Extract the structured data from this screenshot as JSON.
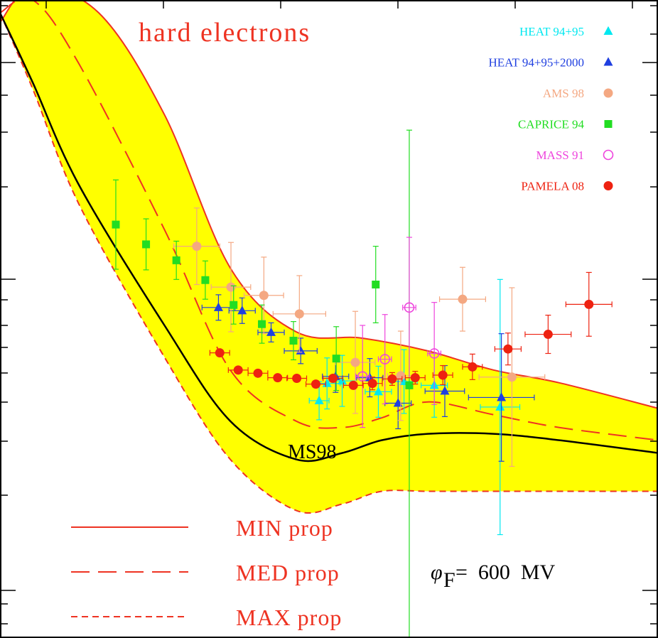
{
  "chart_data": {
    "type": "line",
    "title": "hard electrons",
    "annotation_curve_label": "MS98",
    "annotation_phi_symbol": "φ",
    "annotation_phi_sub": "F",
    "annotation_phi_value": "=  600  MV",
    "colors": {
      "band_fill": "#ffff00",
      "band_edge": "#ee3322",
      "ms98": "#000000",
      "heat9495": "#00e8f0",
      "heat2000": "#1f3fe0",
      "ams98": "#f4a882",
      "caprice94": "#22dd22",
      "mass91": "#ee44dd",
      "pamela08": "#ee2211"
    },
    "curves": {
      "min_upper": [
        [
          0,
          0.965
        ],
        [
          0.05,
          1.02
        ],
        [
          0.15,
          0.98
        ],
        [
          0.25,
          0.82
        ],
        [
          0.35,
          0.58
        ],
        [
          0.45,
          0.48
        ],
        [
          0.55,
          0.47
        ],
        [
          0.65,
          0.45
        ],
        [
          0.75,
          0.42
        ],
        [
          0.85,
          0.4
        ],
        [
          1.0,
          0.36
        ]
      ],
      "med_upper": [
        [
          0,
          0.98
        ],
        [
          0.05,
          1.0
        ],
        [
          0.12,
          0.9
        ],
        [
          0.25,
          0.64
        ],
        [
          0.35,
          0.42
        ],
        [
          0.45,
          0.34
        ],
        [
          0.52,
          0.33
        ],
        [
          0.58,
          0.345
        ],
        [
          0.65,
          0.37
        ],
        [
          0.75,
          0.35
        ],
        [
          0.85,
          0.33
        ],
        [
          1.0,
          0.31
        ]
      ],
      "max_lower": [
        [
          0,
          0.98
        ],
        [
          0.05,
          0.86
        ],
        [
          0.12,
          0.68
        ],
        [
          0.25,
          0.44
        ],
        [
          0.35,
          0.28
        ],
        [
          0.45,
          0.2
        ],
        [
          0.52,
          0.21
        ],
        [
          0.58,
          0.23
        ],
        [
          0.65,
          0.23
        ],
        [
          0.75,
          0.23
        ],
        [
          0.85,
          0.23
        ],
        [
          1.0,
          0.23
        ]
      ],
      "ms98": [
        [
          0,
          0.98
        ],
        [
          0.05,
          0.87
        ],
        [
          0.12,
          0.71
        ],
        [
          0.25,
          0.49
        ],
        [
          0.35,
          0.34
        ],
        [
          0.45,
          0.28
        ],
        [
          0.52,
          0.29
        ],
        [
          0.58,
          0.31
        ],
        [
          0.65,
          0.32
        ],
        [
          0.75,
          0.32
        ],
        [
          0.85,
          0.31
        ],
        [
          1.0,
          0.29
        ]
      ]
    },
    "series": [
      {
        "name": "HEAT 94+95",
        "marker": "triangle",
        "color": "#00e8f0",
        "points": [
          {
            "x": 0.485,
            "y": 0.372,
            "xe": 0.015,
            "ye": 0.03
          },
          {
            "x": 0.497,
            "y": 0.399,
            "xe": 0.02,
            "ye": 0.04
          },
          {
            "x": 0.52,
            "y": 0.403,
            "xe": 0.02,
            "ye": 0.04
          },
          {
            "x": 0.575,
            "y": 0.386,
            "xe": 0.02,
            "ye": 0.04
          },
          {
            "x": 0.614,
            "y": 0.402,
            "xe": 0.02,
            "ye": 0.05
          },
          {
            "x": 0.66,
            "y": 0.396,
            "xe": 0.02,
            "ye": 0.05
          },
          {
            "x": 0.76,
            "y": 0.362,
            "xe": 0.03,
            "ye": 0.2
          }
        ]
      },
      {
        "name": "HEAT 94+95+2000",
        "marker": "triangle",
        "color": "#1f3fe0",
        "points": [
          {
            "x": 0.332,
            "y": 0.518,
            "xe": 0.025,
            "ye": 0.02
          },
          {
            "x": 0.368,
            "y": 0.513,
            "xe": 0.02,
            "ye": 0.02
          },
          {
            "x": 0.412,
            "y": 0.479,
            "xe": 0.02,
            "ye": 0.015
          },
          {
            "x": 0.457,
            "y": 0.45,
            "xe": 0.025,
            "ye": 0.02
          },
          {
            "x": 0.51,
            "y": 0.41,
            "xe": 0.02,
            "ye": 0.025
          },
          {
            "x": 0.562,
            "y": 0.408,
            "xe": 0.02,
            "ye": 0.03
          },
          {
            "x": 0.605,
            "y": 0.368,
            "xe": 0.02,
            "ye": 0.04
          },
          {
            "x": 0.676,
            "y": 0.387,
            "xe": 0.03,
            "ye": 0.04
          },
          {
            "x": 0.762,
            "y": 0.377,
            "xe": 0.05,
            "ye": 0.1
          }
        ]
      },
      {
        "name": "AMS 98",
        "marker": "circle",
        "color": "#f4a882",
        "points": [
          {
            "x": 0.299,
            "y": 0.614,
            "xe": 0.035,
            "ye": 0.06
          },
          {
            "x": 0.351,
            "y": 0.55,
            "xe": 0.03,
            "ye": 0.07
          },
          {
            "x": 0.401,
            "y": 0.537,
            "xe": 0.03,
            "ye": 0.06
          },
          {
            "x": 0.455,
            "y": 0.508,
            "xe": 0.04,
            "ye": 0.06
          },
          {
            "x": 0.54,
            "y": 0.432,
            "xe": 0.03,
            "ye": 0.08
          },
          {
            "x": 0.609,
            "y": 0.411,
            "xe": 0.02,
            "ye": 0.07
          },
          {
            "x": 0.703,
            "y": 0.531,
            "xe": 0.035,
            "ye": 0.05
          },
          {
            "x": 0.778,
            "y": 0.409,
            "xe": 0.05,
            "ye": 0.14
          }
        ]
      },
      {
        "name": "CAPRICE 94",
        "marker": "square",
        "color": "#22dd22",
        "points": [
          {
            "x": 0.176,
            "y": 0.648,
            "xe": 0.005,
            "ye": 0.07
          },
          {
            "x": 0.222,
            "y": 0.617,
            "xe": 0.005,
            "ye": 0.04
          },
          {
            "x": 0.268,
            "y": 0.592,
            "xe": 0.005,
            "ye": 0.03
          },
          {
            "x": 0.312,
            "y": 0.561,
            "xe": 0.005,
            "ye": 0.03
          },
          {
            "x": 0.355,
            "y": 0.522,
            "xe": 0.005,
            "ye": 0.03
          },
          {
            "x": 0.398,
            "y": 0.492,
            "xe": 0.005,
            "ye": 0.03
          },
          {
            "x": 0.446,
            "y": 0.466,
            "xe": 0.005,
            "ye": 0.03
          },
          {
            "x": 0.511,
            "y": 0.438,
            "xe": 0.005,
            "ye": 0.05
          },
          {
            "x": 0.571,
            "y": 0.554,
            "xe": 0.005,
            "ye": 0.06
          },
          {
            "x": 0.622,
            "y": 0.396,
            "xe": 0.005,
            "ye": 0.4
          }
        ]
      },
      {
        "name": "MASS 91",
        "marker": "open-circle",
        "color": "#ee44dd",
        "points": [
          {
            "x": 0.551,
            "y": 0.41,
            "xe": 0.01,
            "ye": 0.08
          },
          {
            "x": 0.585,
            "y": 0.437,
            "xe": 0.01,
            "ye": 0.07
          },
          {
            "x": 0.622,
            "y": 0.518,
            "xe": 0.01,
            "ye": 0.11
          },
          {
            "x": 0.66,
            "y": 0.446,
            "xe": 0.01,
            "ye": 0.08
          }
        ]
      },
      {
        "name": "PAMELA 08",
        "marker": "circle",
        "color": "#ee2211",
        "points": [
          {
            "x": 0.334,
            "y": 0.447,
            "xe": 0.015,
            "ye": 0.005
          },
          {
            "x": 0.362,
            "y": 0.42,
            "xe": 0.015,
            "ye": 0.005
          },
          {
            "x": 0.392,
            "y": 0.415,
            "xe": 0.015,
            "ye": 0.005
          },
          {
            "x": 0.422,
            "y": 0.408,
            "xe": 0.015,
            "ye": 0.005
          },
          {
            "x": 0.451,
            "y": 0.407,
            "xe": 0.015,
            "ye": 0.005
          },
          {
            "x": 0.48,
            "y": 0.398,
            "xe": 0.015,
            "ye": 0.005
          },
          {
            "x": 0.506,
            "y": 0.407,
            "xe": 0.015,
            "ye": 0.005
          },
          {
            "x": 0.537,
            "y": 0.396,
            "xe": 0.015,
            "ye": 0.005
          },
          {
            "x": 0.566,
            "y": 0.399,
            "xe": 0.015,
            "ye": 0.01
          },
          {
            "x": 0.596,
            "y": 0.406,
            "xe": 0.015,
            "ye": 0.01
          },
          {
            "x": 0.631,
            "y": 0.408,
            "xe": 0.015,
            "ye": 0.01
          },
          {
            "x": 0.673,
            "y": 0.412,
            "xe": 0.015,
            "ye": 0.015
          },
          {
            "x": 0.718,
            "y": 0.425,
            "xe": 0.015,
            "ye": 0.02
          },
          {
            "x": 0.772,
            "y": 0.453,
            "xe": 0.02,
            "ye": 0.025
          },
          {
            "x": 0.833,
            "y": 0.476,
            "xe": 0.035,
            "ye": 0.03
          },
          {
            "x": 0.895,
            "y": 0.523,
            "xe": 0.035,
            "ye": 0.05
          }
        ]
      }
    ],
    "line_legend": [
      {
        "label": "MIN prop",
        "dash": "solid"
      },
      {
        "label": "MED prop",
        "dash": "long"
      },
      {
        "label": "MAX prop",
        "dash": "short"
      }
    ]
  }
}
